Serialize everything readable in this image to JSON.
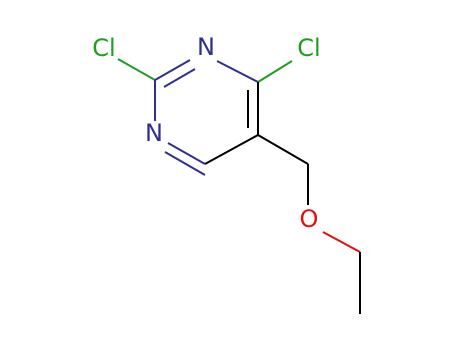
{
  "molecule": {
    "atoms": {
      "cl_left": {
        "symbol": "Cl",
        "color": "#1f9e1f"
      },
      "n_top": {
        "symbol": "N",
        "color": "#2f2f8f"
      },
      "cl_right": {
        "symbol": "Cl",
        "color": "#1f9e1f"
      },
      "n_left": {
        "symbol": "N",
        "color": "#2f2f8f"
      },
      "o_ether": {
        "symbol": "O",
        "color": "#e01010"
      }
    },
    "colors": {
      "bond": "#000000",
      "carbon": "#000000",
      "chlorine": "#1f9e1f",
      "nitrogen": "#2f2f8f",
      "oxygen": "#e01010"
    }
  }
}
